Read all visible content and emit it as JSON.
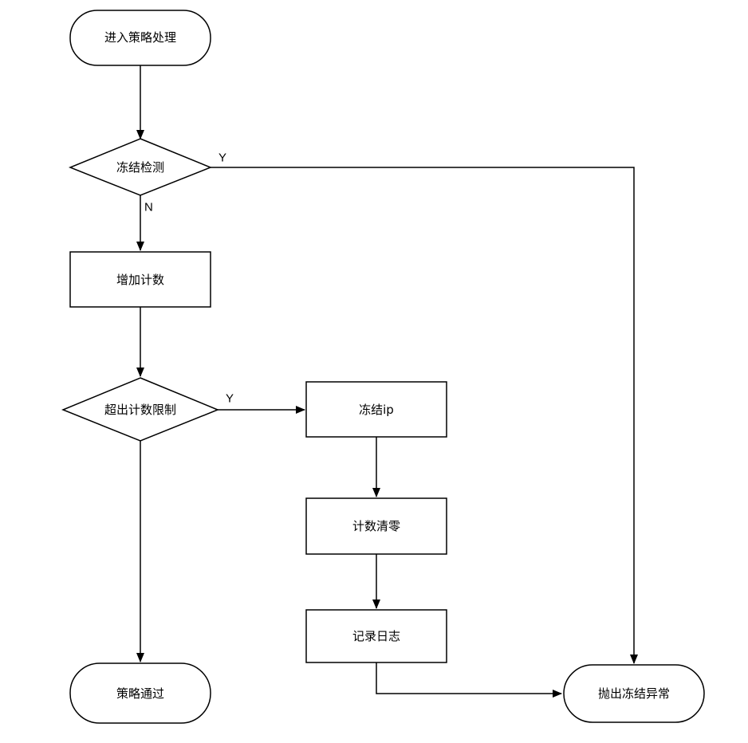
{
  "nodes": {
    "start": {
      "label": "进入策略处理",
      "shape": "terminal"
    },
    "freeze_check": {
      "label": "冻结检测",
      "shape": "decision"
    },
    "increment": {
      "label": "增加计数",
      "shape": "process"
    },
    "limit_check": {
      "label": "超出计数限制",
      "shape": "decision"
    },
    "freeze_ip": {
      "label": "冻结ip",
      "shape": "process"
    },
    "reset_count": {
      "label": "计数清零",
      "shape": "process"
    },
    "write_log": {
      "label": "记录日志",
      "shape": "process"
    },
    "pass": {
      "label": "策略通过",
      "shape": "terminal"
    },
    "throw": {
      "label": "抛出冻结异常",
      "shape": "terminal"
    }
  },
  "edges": {
    "freeze_yes": {
      "from": "freeze_check",
      "to": "throw",
      "label": "Y"
    },
    "freeze_no": {
      "from": "freeze_check",
      "to": "increment",
      "label": "N"
    },
    "limit_yes": {
      "from": "limit_check",
      "to": "freeze_ip",
      "label": "Y"
    },
    "start_to_check": {
      "from": "start",
      "to": "freeze_check",
      "label": ""
    },
    "increment_to_limit": {
      "from": "increment",
      "to": "limit_check",
      "label": ""
    },
    "limit_no": {
      "from": "limit_check",
      "to": "pass",
      "label": ""
    },
    "freeze_to_reset": {
      "from": "freeze_ip",
      "to": "reset_count",
      "label": ""
    },
    "reset_to_log": {
      "from": "reset_count",
      "to": "write_log",
      "label": ""
    },
    "log_to_throw": {
      "from": "write_log",
      "to": "throw",
      "label": ""
    }
  },
  "colors": {
    "stroke": "#000000",
    "fill": "#ffffff",
    "text": "#000000"
  }
}
